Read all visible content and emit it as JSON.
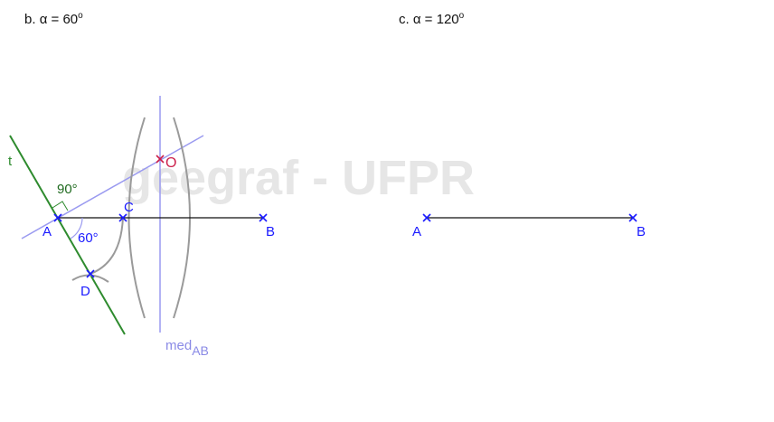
{
  "watermark": "geegraf - UFPR",
  "part_b": {
    "heading_prefix": "b. ",
    "alpha_symbol": "α",
    "heading_middle": " = 60",
    "degree_mark": "o",
    "labels": {
      "t": "t",
      "angle_90": "90°",
      "A": "A",
      "angle_60": "60°",
      "C": "C",
      "O": "O",
      "B": "B",
      "D": "D",
      "med": "med",
      "med_sub": "AB"
    }
  },
  "part_c": {
    "heading_prefix": "c. ",
    "alpha_symbol": "α",
    "heading_middle": " = 120",
    "degree_mark": "o",
    "labels": {
      "A": "A",
      "B": "B"
    }
  },
  "colors": {
    "point_marker": "#1a1aff",
    "label_blue": "#1a1aff",
    "center_marker": "#cc1f4a",
    "tangent_line": "#2e8b2e",
    "mediatrix": "#9a9af0",
    "arcs": "#9a9a9a",
    "segment": "#111111",
    "watermark": "#e6e6e6"
  }
}
